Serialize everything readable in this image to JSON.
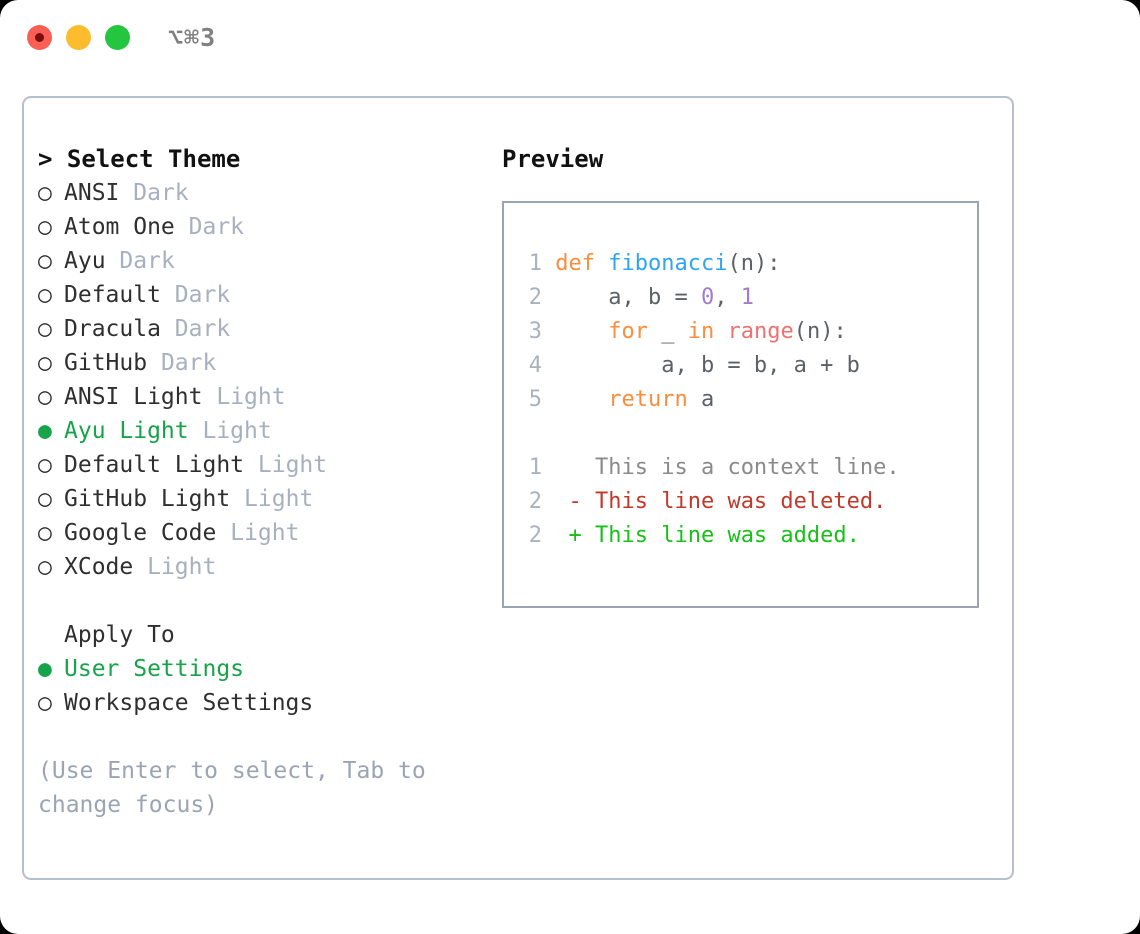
{
  "window": {
    "title": "⌥⌘3",
    "traffic_lights": [
      {
        "name": "close",
        "color": "#fa5f55"
      },
      {
        "name": "minimize",
        "color": "#fcbc2e"
      },
      {
        "name": "maximize",
        "color": "#25c63f"
      }
    ]
  },
  "theme_list": {
    "header": "> Select Theme",
    "selected_marker": "●",
    "unselected_marker": "○",
    "accent_color": "#16a34a",
    "tag_color": "#a7b0bf",
    "items": [
      {
        "marker": "○",
        "label": "ANSI",
        "tag": "Dark",
        "selected": false
      },
      {
        "marker": "○",
        "label": "Atom One",
        "tag": "Dark",
        "selected": false
      },
      {
        "marker": "○",
        "label": "Ayu",
        "tag": "Dark",
        "selected": false
      },
      {
        "marker": "○",
        "label": "Default",
        "tag": "Dark",
        "selected": false
      },
      {
        "marker": "○",
        "label": "Dracula",
        "tag": "Dark",
        "selected": false
      },
      {
        "marker": "○",
        "label": "GitHub",
        "tag": "Dark",
        "selected": false
      },
      {
        "marker": "○",
        "label": "ANSI Light",
        "tag": "Light",
        "selected": false
      },
      {
        "marker": "●",
        "label": "Ayu Light",
        "tag": "Light",
        "selected": true
      },
      {
        "marker": "○",
        "label": "Default Light",
        "tag": "Light",
        "selected": false
      },
      {
        "marker": "○",
        "label": "GitHub Light",
        "tag": "Light",
        "selected": false
      },
      {
        "marker": "○",
        "label": "Google Code",
        "tag": "Light",
        "selected": false
      },
      {
        "marker": "○",
        "label": "XCode",
        "tag": "Light",
        "selected": false
      }
    ]
  },
  "apply_to": {
    "header": "Apply To",
    "items": [
      {
        "marker": "●",
        "label": "User Settings",
        "selected": true
      },
      {
        "marker": "○",
        "label": "Workspace Settings",
        "selected": false
      }
    ]
  },
  "hint": "(Use Enter to select, Tab to change focus)",
  "preview": {
    "title": "Preview",
    "code_lines": [
      {
        "number": "1",
        "tokens": [
          {
            "text": " ",
            "kind": "plain"
          },
          {
            "text": "def",
            "kind": "kw"
          },
          {
            "text": " ",
            "kind": "plain"
          },
          {
            "text": "fibonacci",
            "kind": "fn"
          },
          {
            "text": "(n):",
            "kind": "plain"
          }
        ]
      },
      {
        "number": "2",
        "tokens": [
          {
            "text": "     a, b = ",
            "kind": "plain"
          },
          {
            "text": "0",
            "kind": "num"
          },
          {
            "text": ", ",
            "kind": "plain"
          },
          {
            "text": "1",
            "kind": "num"
          }
        ]
      },
      {
        "number": "3",
        "tokens": [
          {
            "text": "     ",
            "kind": "plain"
          },
          {
            "text": "for",
            "kind": "kw"
          },
          {
            "text": " _ ",
            "kind": "plain"
          },
          {
            "text": "in",
            "kind": "kw"
          },
          {
            "text": " ",
            "kind": "plain"
          },
          {
            "text": "range",
            "kind": "builtin"
          },
          {
            "text": "(n):",
            "kind": "plain"
          }
        ]
      },
      {
        "number": "4",
        "tokens": [
          {
            "text": "         a, b = b, a + b",
            "kind": "plain"
          }
        ]
      },
      {
        "number": "5",
        "tokens": [
          {
            "text": "     ",
            "kind": "plain"
          },
          {
            "text": "return",
            "kind": "kw"
          },
          {
            "text": " a",
            "kind": "plain"
          }
        ]
      }
    ],
    "diff_lines": [
      {
        "number": "1",
        "sign": " ",
        "text": " This is a context line.",
        "kind": "ctx"
      },
      {
        "number": "2",
        "sign": "-",
        "text": " This line was deleted.",
        "kind": "del"
      },
      {
        "number": "2",
        "sign": "+",
        "text": " This line was added.",
        "kind": "add"
      }
    ]
  }
}
